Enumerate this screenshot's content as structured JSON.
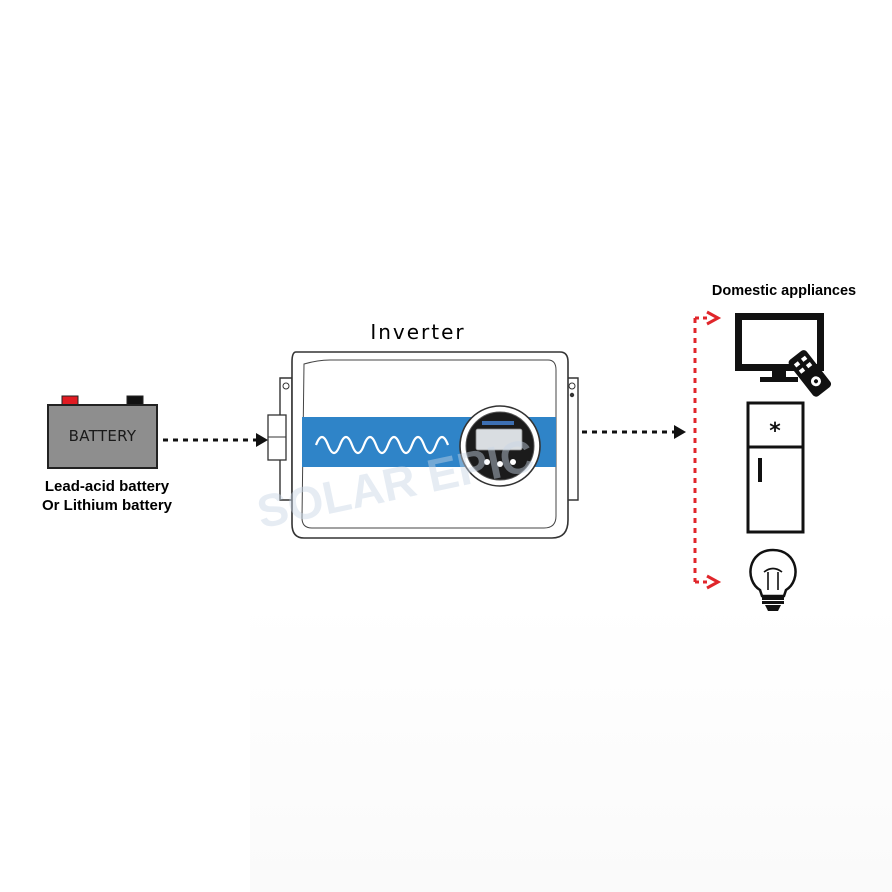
{
  "battery": {
    "label": "BATTERY",
    "caption_line1": "Lead-acid battery",
    "caption_line2": "Or Lithium battery"
  },
  "inverter": {
    "title": "Inverter"
  },
  "appliances": {
    "title": "Domestic appliances",
    "items": [
      "tv-icon",
      "refrigerator-icon",
      "light-bulb-icon"
    ]
  },
  "colors": {
    "inverter_band": "#2f84c8",
    "distribution_line": "#e0262b",
    "arrow": "#111111"
  },
  "icons": [
    "battery-icon",
    "inverter-icon",
    "tv-icon",
    "remote-control-icon",
    "refrigerator-icon",
    "light-bulb-icon",
    "arrow-icon"
  ]
}
